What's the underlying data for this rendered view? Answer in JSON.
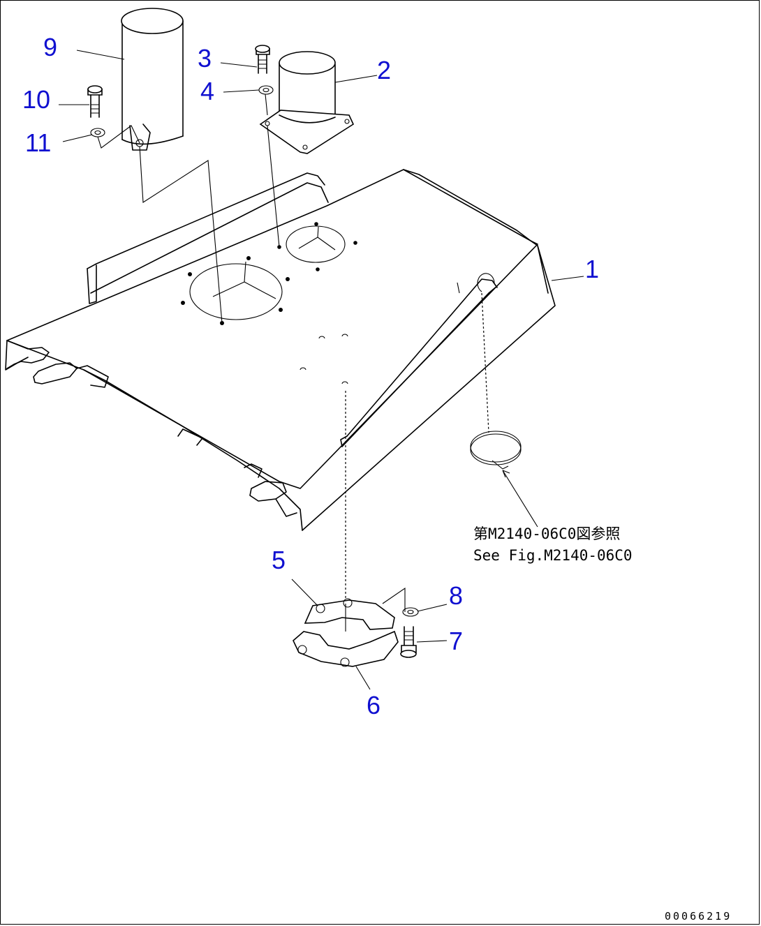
{
  "callouts": {
    "c1": "1",
    "c2": "2",
    "c3": "3",
    "c4": "4",
    "c5": "5",
    "c6": "6",
    "c7": "7",
    "c8": "8",
    "c9": "9",
    "c10": "10",
    "c11": "11"
  },
  "reference": {
    "japanese": "第M2140-06C0図参照",
    "english": "See Fig.M2140-06C0"
  },
  "drawing_code": "00066219",
  "colors": {
    "callout": "#1010d0",
    "line": "#000000",
    "background": "#ffffff"
  }
}
